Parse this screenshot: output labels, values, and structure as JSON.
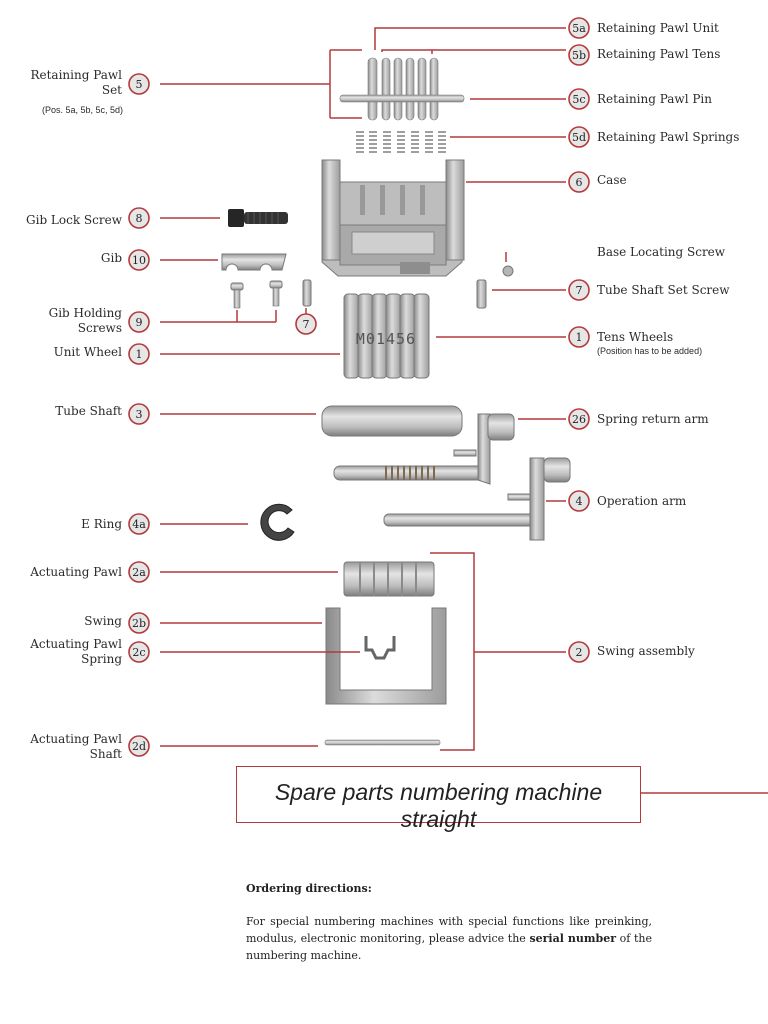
{
  "callouts": {
    "5a": {
      "num": "5a",
      "label": "Retaining Pawl Unit"
    },
    "5b": {
      "num": "5b",
      "label": "Retaining Pawl Tens"
    },
    "5c": {
      "num": "5c",
      "label": "Retaining Pawl Pin"
    },
    "5d": {
      "num": "5d",
      "label": "Retaining Pawl Springs"
    },
    "5": {
      "num": "5",
      "label_line1": "Retaining Pawl",
      "label_line2": "Set",
      "note": "(Pos. 5a, 5b, 5c, 5d)"
    },
    "6": {
      "num": "6",
      "label": "Case"
    },
    "8": {
      "num": "8",
      "label": "Gib Lock Screw"
    },
    "10": {
      "num": "10",
      "label": "Gib"
    },
    "base": {
      "label": "Base Locating Screw"
    },
    "7a": {
      "num": "7",
      "label": "Tube Shaft Set Screw"
    },
    "7b": {
      "num": "7"
    },
    "9": {
      "num": "9",
      "label_line1": "Gib Holding",
      "label_line2": "Screws"
    },
    "1a": {
      "num": "1",
      "label": "Unit Wheel"
    },
    "1b": {
      "num": "1",
      "label": "Tens Wheels",
      "note": "(Position has to be added)"
    },
    "3": {
      "num": "3",
      "label": "Tube Shaft"
    },
    "26": {
      "num": "26",
      "label": "Spring return arm"
    },
    "4": {
      "num": "4",
      "label": "Operation arm"
    },
    "4a": {
      "num": "4a",
      "label": "E Ring"
    },
    "2a": {
      "num": "2a",
      "label": "Actuating Pawl"
    },
    "2b": {
      "num": "2b",
      "label": "Swing"
    },
    "2c": {
      "num": "2c",
      "label_line1": "Actuating Pawl",
      "label_line2": "Spring"
    },
    "2": {
      "num": "2",
      "label": "Swing assembly"
    },
    "2d": {
      "num": "2d",
      "label_line1": "Actuating Pawl",
      "label_line2": "Shaft"
    }
  },
  "title": "Spare parts numbering machine straight",
  "ordering": {
    "heading": "Ordering directions:",
    "text_before": "For special numbering machines with special functions like preinking, modulus, electronic monitoring, please advice the ",
    "text_bold": "serial number",
    "text_after": " of the numbering machine."
  },
  "wheel_digits": "M01456",
  "colors": {
    "accent": "#b33a3a",
    "badge_fill": "#e6e6e6",
    "metal": "#c2c2c2",
    "metal_dark": "#8d8d8d"
  }
}
